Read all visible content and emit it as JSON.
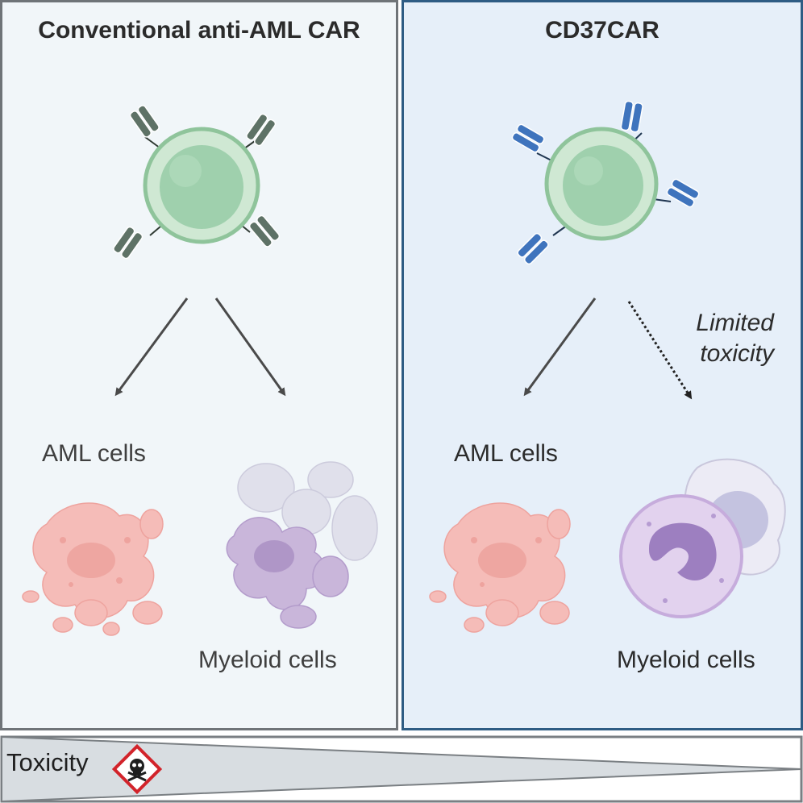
{
  "panels": {
    "left": {
      "title": "Conventional anti-AML CAR",
      "target1_label": "AML cells",
      "target2_label": "Myeloid cells"
    },
    "right": {
      "title": "CD37CAR",
      "target1_label": "AML cells",
      "target2_label": "Myeloid cells",
      "arrow2_label_line1": "Limited",
      "arrow2_label_line2": "toxicity"
    }
  },
  "footer": {
    "label": "Toxicity",
    "icon": "skull-hazard-icon"
  },
  "colors": {
    "left_receptor": "#5e7266",
    "right_receptor": "#3f74bd",
    "tcell": "#b7dcbf",
    "aml": "#f3b5b1",
    "myeloid": "#c5b3d6"
  }
}
